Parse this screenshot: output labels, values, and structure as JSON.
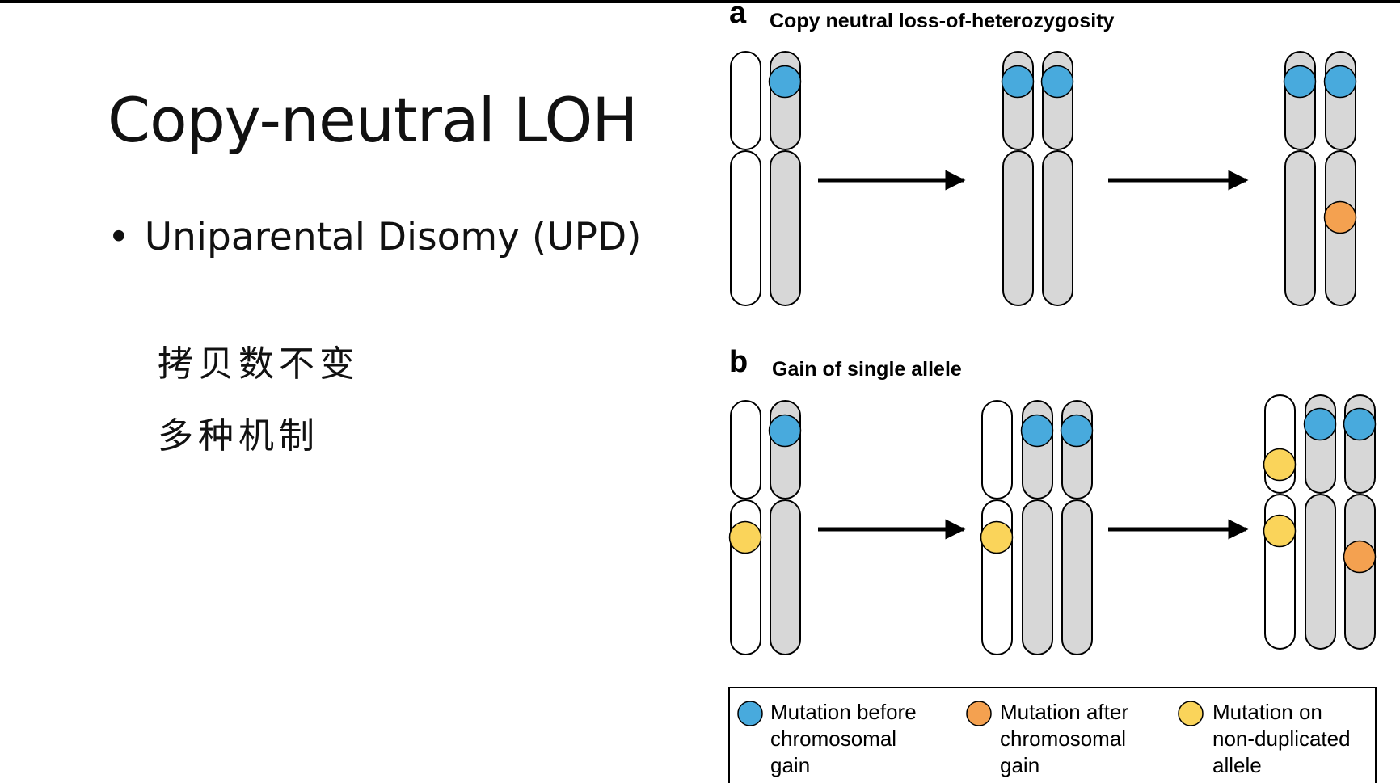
{
  "slide": {
    "title": "Copy-neutral LOH",
    "bullet": "Uniparental Disomy (UPD)",
    "bullet_marker": "•",
    "notes": [
      "拷贝数不变",
      "多种机制"
    ]
  },
  "figure": {
    "panel_a": {
      "letter": "a",
      "title": "Copy neutral loss-of-heterozygosity"
    },
    "panel_b": {
      "letter": "b",
      "title": "Gain of single allele"
    },
    "legend": [
      {
        "lines": [
          "Mutation before",
          "chromosomal",
          "gain"
        ],
        "color": "#48aadd"
      },
      {
        "lines": [
          "Mutation after",
          "chromosomal",
          "gain"
        ],
        "color": "#f4a150"
      },
      {
        "lines": [
          "Mutation on",
          "non-duplicated",
          "allele"
        ],
        "color": "#fad45a"
      }
    ],
    "colors": {
      "white_chromosome": "#ffffff",
      "gray_chromosome": "#d7d7d7",
      "outline": "#000000",
      "arrow": "#000000"
    }
  }
}
